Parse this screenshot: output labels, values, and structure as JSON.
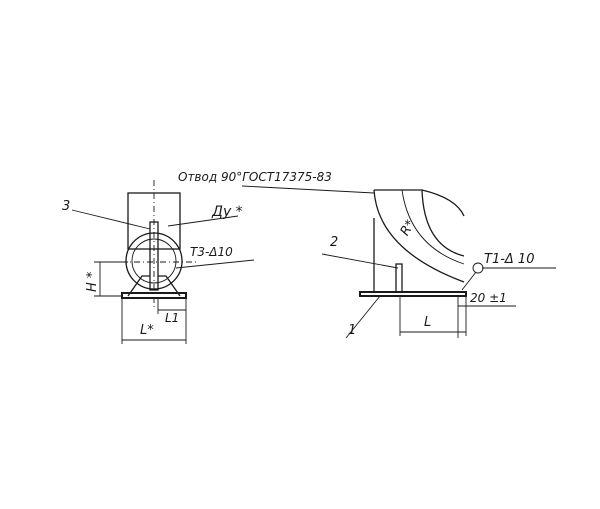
{
  "labels": {
    "title": "Отвод 90°ГОСТ17375-83",
    "callout_3": "3",
    "callout_2": "2",
    "callout_1": "1",
    "dy": "Ду *",
    "weld_left": "Т3-Δ10",
    "weld_right": "Т1-Δ 10",
    "h_dim": "Н *",
    "l1_dim": "L1",
    "l_star_dim": "L*",
    "l_dim": "L",
    "r_dim": "R*",
    "offset_dim": "20 ±1"
  }
}
